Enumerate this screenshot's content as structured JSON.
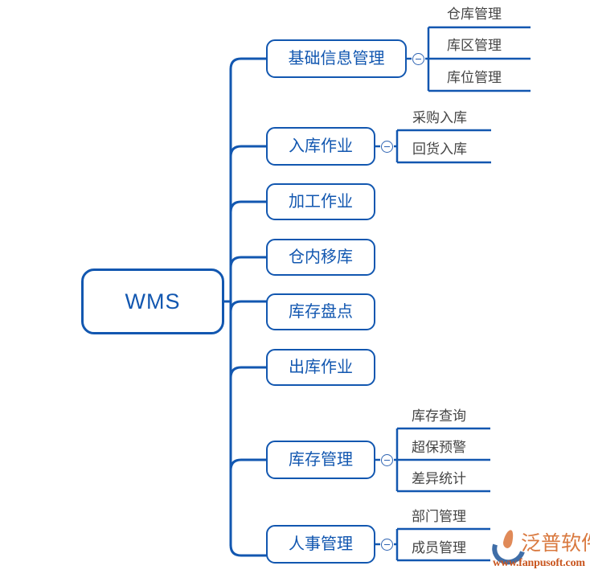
{
  "diagram": {
    "type": "mindmap",
    "title": "WMS",
    "root": {
      "label": "WMS"
    },
    "accent_color": "#1257b0",
    "sub_text_color": "#444444",
    "background": "#ffffff",
    "branches": [
      {
        "label": "基础信息管理",
        "has_toggle": true,
        "toggle_icon": "minus-circle-icon",
        "children": [
          "仓库管理",
          "库区管理",
          "库位管理"
        ]
      },
      {
        "label": "入库作业",
        "has_toggle": true,
        "toggle_icon": "minus-circle-icon",
        "children": [
          "采购入库",
          "回货入库"
        ]
      },
      {
        "label": "加工作业",
        "has_toggle": false,
        "children": []
      },
      {
        "label": "仓内移库",
        "has_toggle": false,
        "children": []
      },
      {
        "label": "库存盘点",
        "has_toggle": false,
        "children": []
      },
      {
        "label": "出库作业",
        "has_toggle": false,
        "children": []
      },
      {
        "label": "库存管理",
        "has_toggle": true,
        "toggle_icon": "minus-circle-icon",
        "children": [
          "库存查询",
          "超保预警",
          "差异统计"
        ]
      },
      {
        "label": "人事管理",
        "has_toggle": true,
        "toggle_icon": "minus-circle-icon",
        "children": [
          "部门管理",
          "成员管理"
        ]
      }
    ]
  },
  "watermark": {
    "brand": "泛普软件",
    "url": "www.fanpusoft.com",
    "brand_color": "#d9793f",
    "url_color": "#c9561f"
  }
}
